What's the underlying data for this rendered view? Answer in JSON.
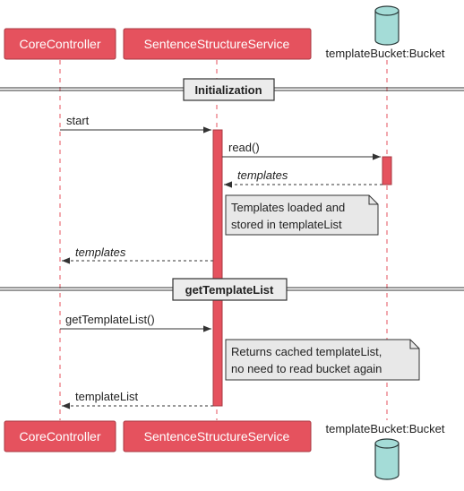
{
  "colors": {
    "participant_fill": "#e5525e",
    "participant_stroke": "#a83842",
    "database_fill": "#a4dcd7",
    "database_stroke": "#2a3a3a",
    "lifeline": "#e5525e",
    "note_fill": "#e8e8e8",
    "arrow": "#333333"
  },
  "participants": {
    "core_controller": "CoreController",
    "sentence_service": "SentenceStructureService",
    "template_bucket": "templateBucket:Bucket"
  },
  "dividers": {
    "initialization": "Initialization",
    "get_template_list": "getTemplateList"
  },
  "messages": {
    "start": "start",
    "read": "read()",
    "templates_return_1": "templates",
    "templates_return_2": "templates",
    "get_template_list_call": "getTemplateList()",
    "template_list_return": "templateList"
  },
  "notes": {
    "templates_loaded": {
      "line1": "Templates loaded and",
      "line2": "stored in templateList"
    },
    "returns_cached": {
      "line1": "Returns cached templateList,",
      "line2": "no need to read bucket again"
    }
  }
}
